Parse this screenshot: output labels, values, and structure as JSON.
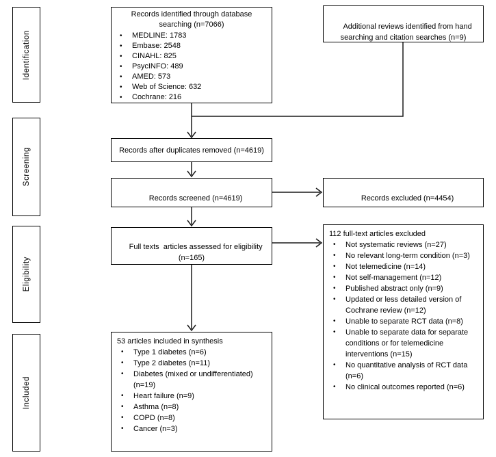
{
  "stages": [
    {
      "label": "Identification"
    },
    {
      "label": "Screening"
    },
    {
      "label": "Eligibility"
    },
    {
      "label": "Included"
    }
  ],
  "boxes": {
    "identified": {
      "title": "Records identified through database searching (n=7066)",
      "items": [
        "MEDLINE: 1783",
        "Embase: 2548",
        "CINAHL: 825",
        "PsycINFO: 489",
        "AMED: 573",
        "Web of Science: 632",
        "Cochrane: 216"
      ]
    },
    "additional": {
      "title": "Additional reviews identified from hand searching and citation searches (n=9)"
    },
    "duplicates": {
      "title": "Records after duplicates removed (n=4619)"
    },
    "screened": {
      "title": "Records screened (n=4619)"
    },
    "excluded": {
      "title": "Records excluded (n=4454)"
    },
    "fulltext": {
      "title": "Full texts  articles assessed for eligibility (n=165)"
    },
    "fulltext_excluded": {
      "title": "112 full-text articles excluded",
      "items": [
        "Not systematic reviews (n=27)",
        "No relevant long-term condition (n=3)",
        "Not telemedicine (n=14)",
        "Not self-management (n=12)",
        "Published abstract only (n=9)",
        "Updated or less detailed version of Cochrane review (n=12)",
        "Unable to separate RCT data (n=8)",
        "Unable to separate data for separate conditions or for telemedicine interventions (n=15)",
        "No quantitative analysis of RCT data (n=6)",
        "No clinical outcomes reported (n=6)"
      ]
    },
    "included": {
      "title": "53 articles included in synthesis",
      "items": [
        "Type 1 diabetes (n=6)",
        "Type 2 diabetes (n=11)",
        "Diabetes (mixed or undifferentiated) (n=19)",
        "Heart failure (n=9)",
        "Asthma (n=8)",
        "COPD (n=8)",
        "Cancer (n=3)"
      ]
    }
  },
  "colors": {
    "border": "#000000",
    "background": "#ffffff",
    "text": "#000000"
  }
}
